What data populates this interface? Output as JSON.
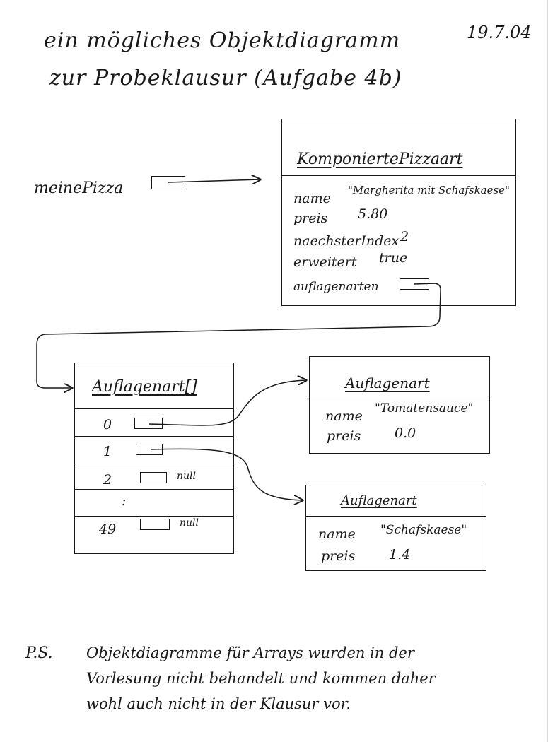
{
  "header": {
    "title_line1": "ein mögliches Objektdiagramm",
    "title_line2": "zur Probeklausur (Aufgabe 4b)",
    "date": "19.7.04"
  },
  "variable": {
    "name": "meinePizza"
  },
  "pizza": {
    "class": "KomponiertePizzaart",
    "name_label": "name",
    "name_value": "\"Margherita mit Schafskaese\"",
    "preis_label": "preis",
    "preis_value": "5.80",
    "index_label": "naechsterIndex",
    "index_value": "2",
    "erweitert_label": "erweitert",
    "erweitert_value": "true",
    "auflagen_label": "auflagenarten"
  },
  "array": {
    "class": "Auflagenart[]",
    "rows": [
      {
        "index": "0",
        "null": ""
      },
      {
        "index": "1",
        "null": ""
      },
      {
        "index": "2",
        "null": "null"
      },
      {
        "index": ":",
        "null": ""
      },
      {
        "index": "49",
        "null": "null"
      }
    ]
  },
  "topping1": {
    "class": "Auflagenart",
    "name_label": "name",
    "name_value": "\"Tomatensauce\"",
    "preis_label": "preis",
    "preis_value": "0.0"
  },
  "topping2": {
    "class": "Auflagenart",
    "name_label": "name",
    "name_value": "\"Schafskaese\"",
    "preis_label": "preis",
    "preis_value": "1.4"
  },
  "note": {
    "prefix": "P.S.",
    "line1": "Objektdiagramme für Arrays wurden in der",
    "line2": "Vorlesung nicht behandelt und kommen daher",
    "line3": "wohl auch nicht in der Klausur vor."
  }
}
